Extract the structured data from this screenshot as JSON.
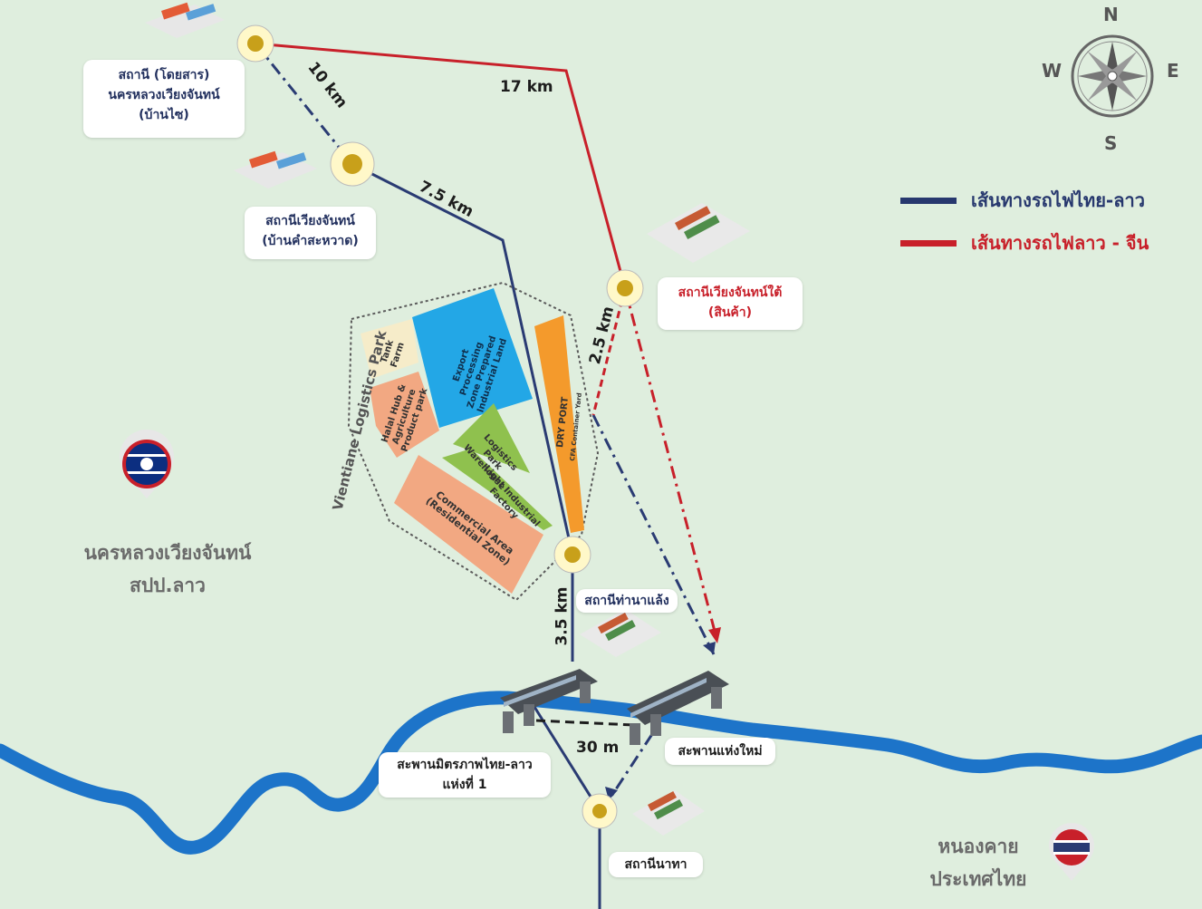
{
  "compass": {
    "n": "N",
    "e": "E",
    "s": "S",
    "w": "W"
  },
  "legend": {
    "thai_lao": {
      "label": "เส้นทางรถไฟไทย-ลาว",
      "color": "#27386e"
    },
    "lao_china": {
      "label": "เส้นทางรถไฟลาว - จีน",
      "color": "#c8202a"
    }
  },
  "stations": {
    "ban_xai": [
      "สถานี (โดยสาร)",
      "นครหลวงเวียงจันทน์",
      "(บ้านไซ)"
    ],
    "kham_sa_vat": [
      "สถานีเวียงจันทน์",
      "(บ้านคำสะหวาด)"
    ],
    "vientiane_south": [
      "สถานีเวียงจันทน์ใต้",
      "(สินค้า)"
    ],
    "thanaleng": "สถานีท่านาแล้ง",
    "naatha": "สถานีนาทา"
  },
  "bridges": {
    "first": [
      "สะพานมิตรภาพไทย-ลาว",
      "แห่งที่ 1"
    ],
    "new": "สะพานแห่งใหม่"
  },
  "distances": {
    "d10": "10 km",
    "d17": "17 km",
    "d75": "7.5 km",
    "d25": "2.5 km",
    "d35": "3.5 km",
    "d30": "30 m"
  },
  "park": {
    "title": "Vientiane Logistics Park",
    "zones": {
      "tank_farm": "Tank Farm",
      "export": "Export Processing Zone Prepared Industrial Land",
      "halal": "Halal Hub & Agriculture Product park",
      "logistics": "Logistics Park Warehouse",
      "light": "Light Industrial Factory",
      "commercial": "Commercial Area (Residential Zone)",
      "dry_port": "DRY PORT",
      "dry_port_sub": "CFA Container Yard"
    }
  },
  "countries": {
    "laos": [
      "นครหลวงเวียงจันทน์",
      "สปป.ลาว"
    ],
    "thailand": [
      "หนองคาย",
      "ประเทศไทย"
    ]
  }
}
